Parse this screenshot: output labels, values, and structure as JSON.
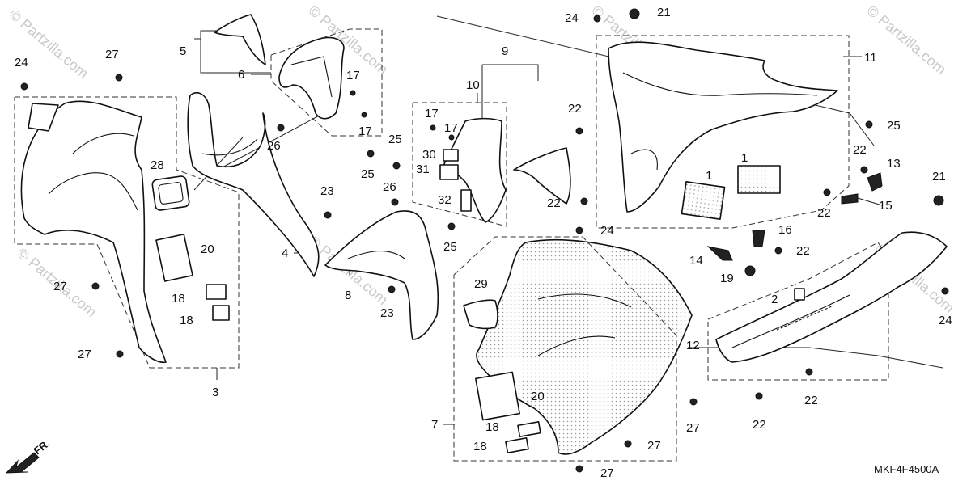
{
  "diagram_code": "MKF4F4500A",
  "front_label": "FR.",
  "watermark": "© Partzilla.com",
  "callouts": [
    "1",
    "2",
    "3",
    "4",
    "5",
    "6",
    "7",
    "8",
    "9",
    "10",
    "11",
    "12",
    "13",
    "14",
    "15",
    "16",
    "17",
    "18",
    "19",
    "20",
    "21",
    "22",
    "23",
    "24",
    "25",
    "26",
    "27",
    "28",
    "29",
    "30",
    "31",
    "32"
  ]
}
